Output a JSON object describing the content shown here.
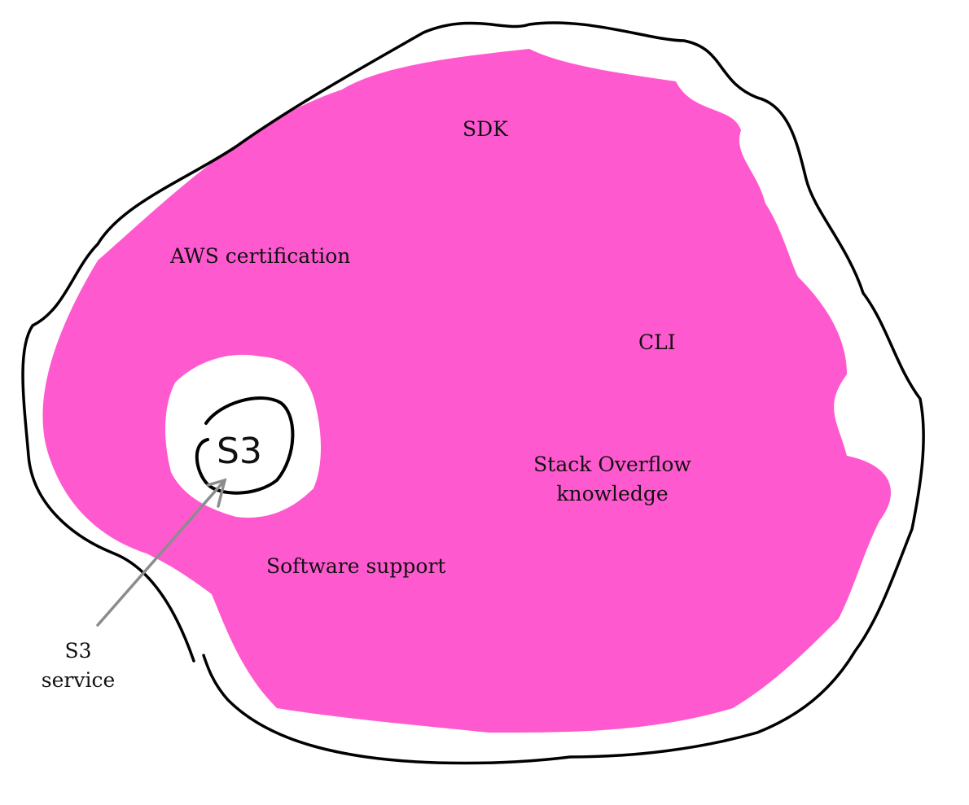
{
  "colors": {
    "fill": "#FF59D0",
    "outline": "#000000",
    "arrow": "#8C8C8C"
  },
  "labels": {
    "sdk": "SDK",
    "aws_certification": "AWS certification",
    "cli": "CLI",
    "stack_overflow_line1": "Stack Overflow",
    "stack_overflow_line2": "knowledge",
    "software_support": "Software support",
    "s3_handwritten": "S3",
    "s3_service_line1": "S3",
    "s3_service_line2": "service"
  }
}
